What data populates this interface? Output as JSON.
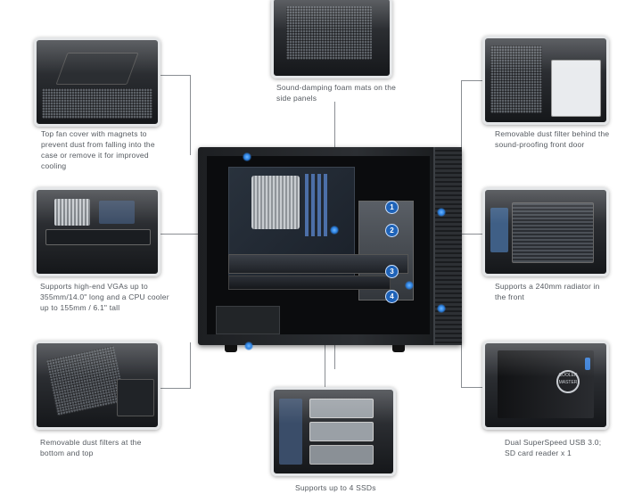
{
  "features": {
    "foam_mats": {
      "caption": "Sound-damping foam mats on the side panels",
      "icon": "foam-panel-icon"
    },
    "top_fan_cover": {
      "caption": "Top fan cover with magnets to prevent dust from falling into the case or remove it for improved cooling",
      "icon": "fan-cover-icon"
    },
    "front_dust_filter": {
      "caption": "Removable dust filter behind the sound-proofing front door",
      "icon": "dust-filter-icon"
    },
    "vga_support": {
      "caption": "Supports high-end VGAs up to 355mm/14.0\" long and a CPU cooler up to 155mm / 6.1\" tall",
      "icon": "gpu-icon"
    },
    "radiator": {
      "caption": "Supports a 240mm radiator in the front",
      "icon": "radiator-icon"
    },
    "bottom_filters": {
      "caption": "Removable dust filters at the bottom and top",
      "icon": "filter-icon"
    },
    "usb_io": {
      "caption": "Dual SuperSpeed USB 3.0; SD card reader x 1",
      "icon": "usb-icon"
    },
    "ssd_support": {
      "caption": "Supports up to 4 SSDs",
      "icon": "ssd-icon"
    }
  },
  "case": {
    "ssd_slots": [
      "1",
      "2",
      "3",
      "4"
    ],
    "logo_text": "COOLER MASTER",
    "accent_color": "#2a7fe0"
  }
}
